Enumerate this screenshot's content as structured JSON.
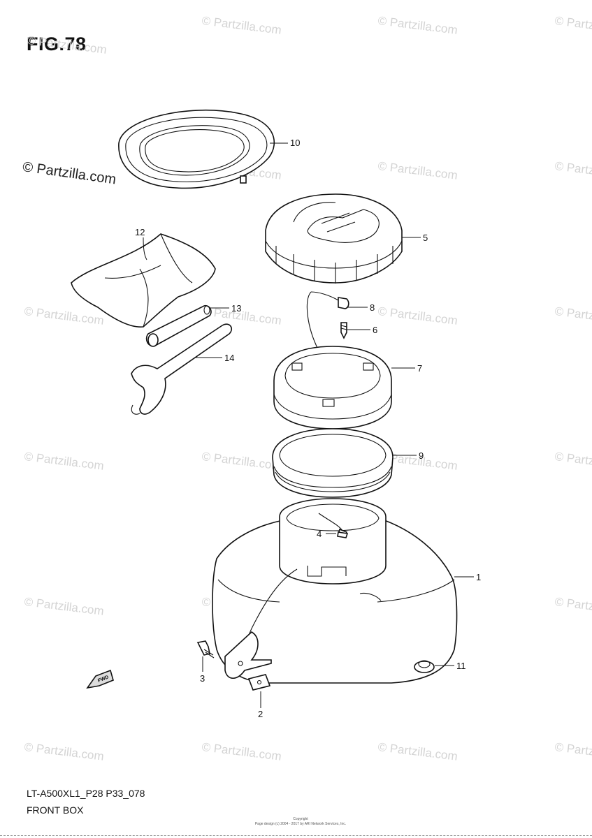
{
  "figure": {
    "title": "FIG.78",
    "model_code": "LT-A500XL1_P28 P33_078",
    "section_name": "FRONT BOX",
    "copyright_line1": "Copyright",
    "copyright_line2": "Page design (c) 2004 - 2017 by ARI Network Services, Inc."
  },
  "watermark": {
    "text": "© Partzilla.com",
    "prominent_text": "© Partzilla.com"
  },
  "fwd_arrow": {
    "label": "FWD"
  },
  "callouts": [
    {
      "id": "1",
      "label": "1"
    },
    {
      "id": "2",
      "label": "2"
    },
    {
      "id": "3",
      "label": "3"
    },
    {
      "id": "4",
      "label": "4"
    },
    {
      "id": "5",
      "label": "5"
    },
    {
      "id": "6",
      "label": "6"
    },
    {
      "id": "7",
      "label": "7"
    },
    {
      "id": "8",
      "label": "8"
    },
    {
      "id": "9",
      "label": "9"
    },
    {
      "id": "10",
      "label": "10"
    },
    {
      "id": "11",
      "label": "11"
    },
    {
      "id": "12",
      "label": "12"
    },
    {
      "id": "13",
      "label": "13"
    },
    {
      "id": "14",
      "label": "14"
    }
  ]
}
